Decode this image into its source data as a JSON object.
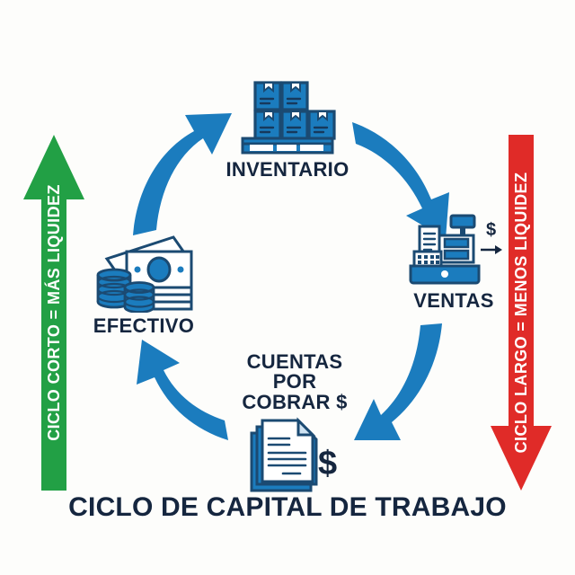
{
  "diagram": {
    "title": "CICLO DE CAPITAL DE TRABAJO",
    "background_color": "#fdfdfb",
    "colors": {
      "cycle_arrow_blue": "#1b7cbe",
      "icon_blue": "#1b7cbe",
      "icon_outline_navy": "#1b4a72",
      "text_navy": "#15263f",
      "green": "#22a045",
      "red": "#e02b28"
    },
    "side_arrows": [
      {
        "id": "short-cycle",
        "label": "CICLO CORTO = MÁS LIQUIDEZ",
        "color": "#22a045",
        "direction": "up",
        "position": "left"
      },
      {
        "id": "long-cycle",
        "label": "CICLO LARGO = MENOS LIQUIDEZ",
        "color": "#e02b28",
        "direction": "down",
        "position": "right"
      }
    ],
    "nodes": [
      {
        "id": "inventario",
        "label": "INVENTARIO",
        "icon": "pallet-boxes-icon",
        "label_position": "below"
      },
      {
        "id": "ventas",
        "label": "VENTAS",
        "icon": "cash-register-icon",
        "icon_badge": "$",
        "label_position": "below"
      },
      {
        "id": "cuentas-por-cobrar",
        "label": "CUENTAS POR COBRAR $",
        "label_line1": "CUENTAS POR",
        "label_line2": "COBRAR $",
        "icon": "invoice-documents-icon",
        "icon_badge": "$",
        "label_position": "above"
      },
      {
        "id": "efectivo",
        "label": "EFECTIVO",
        "icon": "cash-banknotes-coins-icon",
        "label_position": "below"
      }
    ],
    "cycle_arrows": [
      {
        "id": "efectivo-to-inventario",
        "from": "efectivo",
        "to": "inventario",
        "color": "#1b7cbe"
      },
      {
        "id": "inventario-to-ventas",
        "from": "inventario",
        "to": "ventas",
        "color": "#1b7cbe"
      },
      {
        "id": "ventas-to-cuentas",
        "from": "ventas",
        "to": "cuentas-por-cobrar",
        "color": "#1b7cbe"
      },
      {
        "id": "cuentas-to-efectivo",
        "from": "cuentas-por-cobrar",
        "to": "efectivo",
        "color": "#1b7cbe"
      }
    ]
  }
}
